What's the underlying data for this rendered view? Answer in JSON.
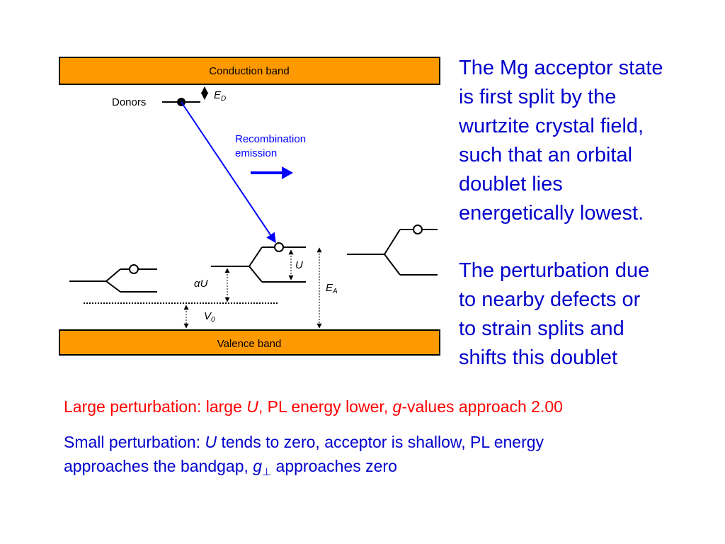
{
  "diagram": {
    "conduction_band": "Conduction band",
    "valence_band": "Valence band",
    "donors": "Donors",
    "ed_main": "E",
    "ed_sub": "D",
    "recombination_line1": "Recombination",
    "recombination_line2": "emission",
    "u": "U",
    "alpha": "α",
    "alpha_u": "U",
    "ea_main": "E",
    "ea_sub": "A",
    "v0_main": "V",
    "v0_sub": "0",
    "colors": {
      "band_fill": "#ff9900",
      "arrow": "#0000ff",
      "line": "#000000"
    }
  },
  "right_text": {
    "paragraph1": [
      "The Mg acceptor state",
      "is first split by the",
      "wurtzite crystal field,",
      "such that an orbital",
      "doublet lies",
      "energetically lowest."
    ],
    "paragraph2": [
      "The  perturbation due",
      "to  nearby defects or",
      "to strain splits and",
      "shifts this doublet"
    ]
  },
  "bottom": {
    "large_prefix": "Large perturbation:  large ",
    "large_u": "U",
    "large_mid": ", PL energy lower, ",
    "large_g": "g",
    "large_suffix": "-values approach 2.00",
    "small_prefix": "Small perturbation:  ",
    "small_u": "U",
    "small_suffix": " tends to zero, acceptor is shallow, PL energy",
    "line2_prefix": "approaches the bandgap, ",
    "line2_g": "g",
    "line2_perp": "⊥",
    "line2_suffix": " approaches zero"
  }
}
